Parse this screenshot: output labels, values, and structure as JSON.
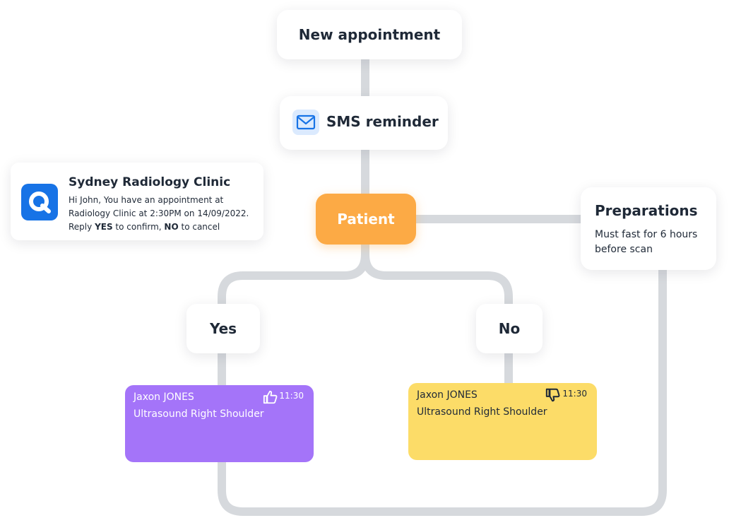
{
  "nodes": {
    "new_appointment": "New appointment",
    "sms_reminder": "SMS reminder",
    "patient": "Patient",
    "yes": "Yes",
    "no": "No"
  },
  "sms_message": {
    "sender": "Sydney Radiology Clinic",
    "line1": "Hi John, You have an appointment at",
    "line2": "Radiology Clinic at 2:30PM on 14/09/2022.",
    "line3_prefix": "Reply ",
    "yes_word": "YES",
    "line3_middle": " to confirm, ",
    "no_word": "NO",
    "line3_suffix": " to cancel",
    "logo_icon": "q-logo-icon"
  },
  "preparations": {
    "title": "Preparations",
    "body": "Must fast for 6 hours before scan"
  },
  "results": {
    "yes_card": {
      "name": "Jaxon JONES",
      "description": "Ultrasound Right Shoulder",
      "time": "11:30",
      "icon": "thumbs-up-icon",
      "color": "#a474f9"
    },
    "no_card": {
      "name": "Jaxon JONES",
      "description": "Ultrasound Right Shoulder",
      "time": "11:30",
      "icon": "thumbs-down-icon",
      "color": "#fcdc68"
    }
  },
  "colors": {
    "connector": "#d6d9dd",
    "patient": "#fcaa45",
    "sms_icon_bg": "#dbeafe",
    "sms_icon": "#1773e6",
    "logo_bg": "#1773e6"
  }
}
